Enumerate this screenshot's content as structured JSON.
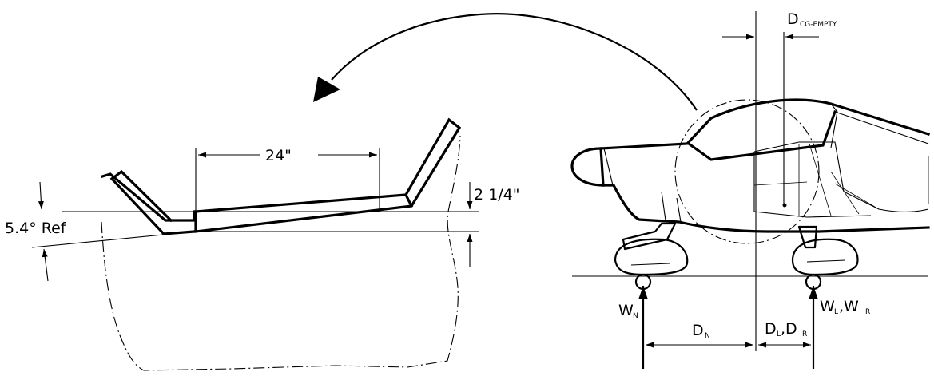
{
  "labels": {
    "dim_24": "24\"",
    "dim_2_1_4": "2  1/4\"",
    "angle_ref": "5.4°  Ref",
    "cg_empty_main": "D",
    "cg_empty_sub": "CG-EMPTY",
    "wn_main": "W",
    "wn_sub": "N",
    "wl_main": "W",
    "wl_sub": "L",
    "wl_sep": ",W",
    "wr_sub": "R",
    "dn_main": "D",
    "dn_sub": "N",
    "dl_main": "D",
    "dl_sub": "L",
    "dr_sep": ",D",
    "dr_sub": "R"
  },
  "colors": {
    "ink": "#000000",
    "paper": "#ffffff"
  }
}
